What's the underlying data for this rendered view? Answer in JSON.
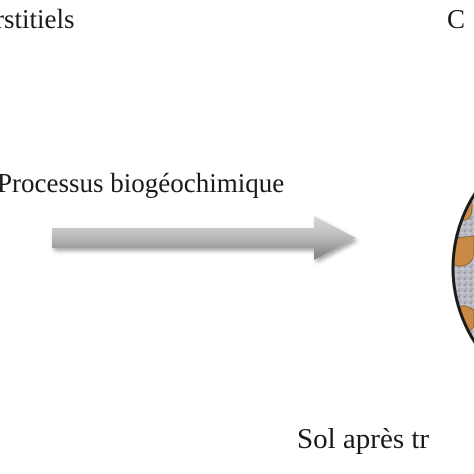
{
  "labels": {
    "top_left": "rstitiels",
    "top_right": "C",
    "process": "Processus biogéochimique",
    "bottom": "Sol après tr"
  },
  "colors": {
    "text": "#1a1a1a",
    "arrow_light": "#c8c8c8",
    "arrow_dark": "#7a7a7a",
    "soil_matrix": "#b9bcc2",
    "aggregate": "#c98a45",
    "outline": "#1a1a1a"
  }
}
